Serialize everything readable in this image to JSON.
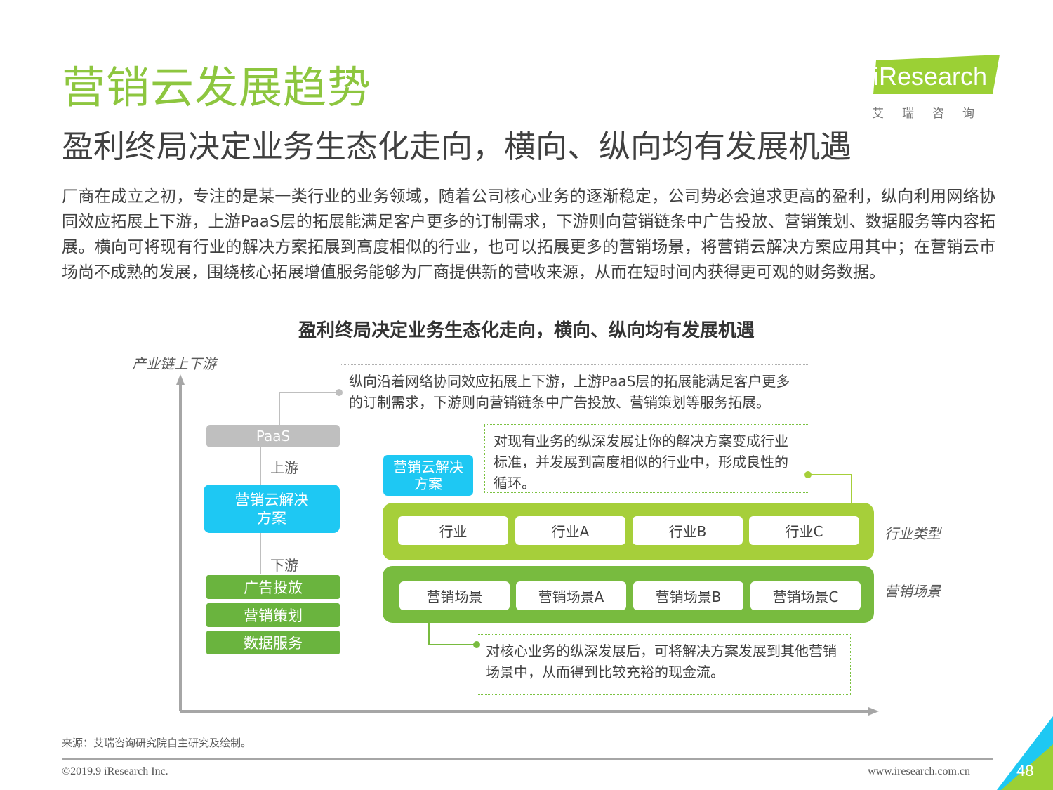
{
  "header": {
    "title": "营销云发展趋势",
    "subtitle": "盈利终局决定业务生态化走向，横向、纵向均有发展机遇",
    "logo_text": "iResearch",
    "logo_cn": "艾瑞咨询"
  },
  "intro": "厂商在成立之初，专注的是某一类行业的业务领域，随着公司核心业务的逐渐稳定，公司势必会追求更高的盈利，纵向利用网络协同效应拓展上下游，上游PaaS层的拓展能满足客户更多的订制需求，下游则向营销链条中广告投放、营销策划、数据服务等内容拓展。横向可将现有行业的解决方案拓展到高度相似的行业，也可以拓展更多的营销场景，将营销云解决方案应用其中；在营销云市场尚不成熟的发展，围绕核心拓展增值服务能够为厂商提供新的营收来源，从而在短时间内获得更可观的财务数据。",
  "diagram": {
    "title": "盈利终局决定业务生态化走向，横向、纵向均有发展机遇",
    "y_axis_label": "产业链上下游",
    "left_column": {
      "paas": "PaaS",
      "upstream_label": "上游",
      "core_line1": "营销云解决",
      "core_line2": "方案",
      "downstream_label": "下游",
      "downstream_items": [
        "广告投放",
        "营销策划",
        "数据服务"
      ]
    },
    "middle_badge_line1": "营销云解决",
    "middle_badge_line2": "方案",
    "note_vertical": "纵向沿着网络协同效应拓展上下游，上游PaaS层的拓展能满足客户更多的订制需求，下游则向营销链条中广告投放、营销策划等服务拓展。",
    "note_industry": "对现有业务的纵深发展让你的解决方案变成行业标准，并发展到高度相似的行业中，形成良性的循环。",
    "note_scene": "对核心业务的纵深发展后，可将解决方案发展到其他营销场景中，从而得到比较充裕的现金流。",
    "industry_row": {
      "label": "行业类型",
      "items": [
        "行业",
        "行业A",
        "行业B",
        "行业C"
      ]
    },
    "scene_row": {
      "label": "营销场景",
      "items": [
        "营销场景",
        "营销场景A",
        "营销场景B",
        "营销场景C"
      ]
    }
  },
  "footer": {
    "source": "来源：艾瑞咨询研究院自主研究及绘制。",
    "copyright": "©2019.9 iResearch Inc.",
    "website": "www.iresearch.com.cn",
    "page_number": "48"
  },
  "colors": {
    "title_green": "#8dc63f",
    "cyan": "#1ec8f3",
    "lime_band": "#a6cf3a",
    "green_band": "#78bb3f",
    "button_green": "#6ab43e",
    "gray": "#bfbfbf"
  }
}
